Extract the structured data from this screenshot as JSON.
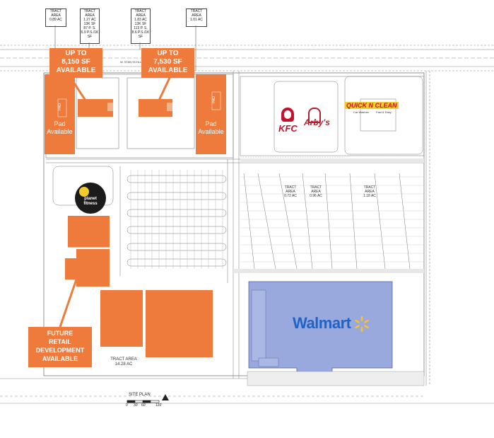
{
  "tracts_top": [
    {
      "lines": [
        "TRACT",
        "AREA",
        "0.89 AC"
      ]
    },
    {
      "lines": [
        "TRACT",
        "AREA",
        "1.27 AC",
        "13K SF",
        "87 P. S.",
        "6.9 P.S./1K",
        "SF"
      ]
    },
    {
      "lines": [
        "TRACT",
        "AREA",
        "1.83 AC",
        "13K SF",
        "113 P. S.",
        "8.6 P.S./1K",
        "SF"
      ]
    },
    {
      "lines": [
        "TRACT",
        "AREA",
        "1.01 AC"
      ]
    }
  ],
  "road_label": "W. STAN SCHLUETER LOOP (F.M. 3470)",
  "callouts": [
    {
      "lines": [
        "UP TO",
        "8,150 SF",
        "AVAILABLE"
      ]
    },
    {
      "lines": [
        "UP TO",
        "7,530 SF",
        "AVAILABLE"
      ]
    }
  ],
  "pad_left": {
    "lines": [
      "Pad",
      "Available"
    ],
    "tag": "PAD"
  },
  "pad_right": {
    "lines": [
      "Pad",
      "Available"
    ],
    "tag": "PAD"
  },
  "future_callout": {
    "lines": [
      "FUTURE",
      "RETAIL",
      "DEVELOPMENT",
      "AVAILABLE"
    ]
  },
  "tracts_mid": [
    {
      "lines": [
        "TRACT",
        "AREA",
        "0.72 AC"
      ]
    },
    {
      "lines": [
        "TRACT",
        "AREA",
        "0.96 AC"
      ]
    },
    {
      "lines": [
        "TRACT",
        "AREA",
        "1.18 AC"
      ]
    }
  ],
  "tract_bottom": {
    "lines": [
      "TRACT AREA",
      "14.28 AC"
    ]
  },
  "logos": {
    "walmart": "Walmart",
    "kfc": "KFC",
    "arbys": "Arby's",
    "quick_n_clean": "QUICK N CLEAN",
    "quick_tag": "Car Washes",
    "quick_tag2": "Fast & Easy",
    "planet_fitness": "planet fitness"
  },
  "site_plan": {
    "title": "SITE PLAN",
    "scale": [
      "0",
      "30'",
      "60'",
      "120'"
    ]
  },
  "colors": {
    "orange": "#ee7a3b",
    "walmart_blue": "#9aa9dd",
    "walmart_text": "#1f63c6",
    "walmart_spark": "#ffc220",
    "kfc_red": "#c8102e",
    "arbys_red": "#b3202b",
    "quick_yellow": "#f2cc2a",
    "line": "#555555"
  }
}
